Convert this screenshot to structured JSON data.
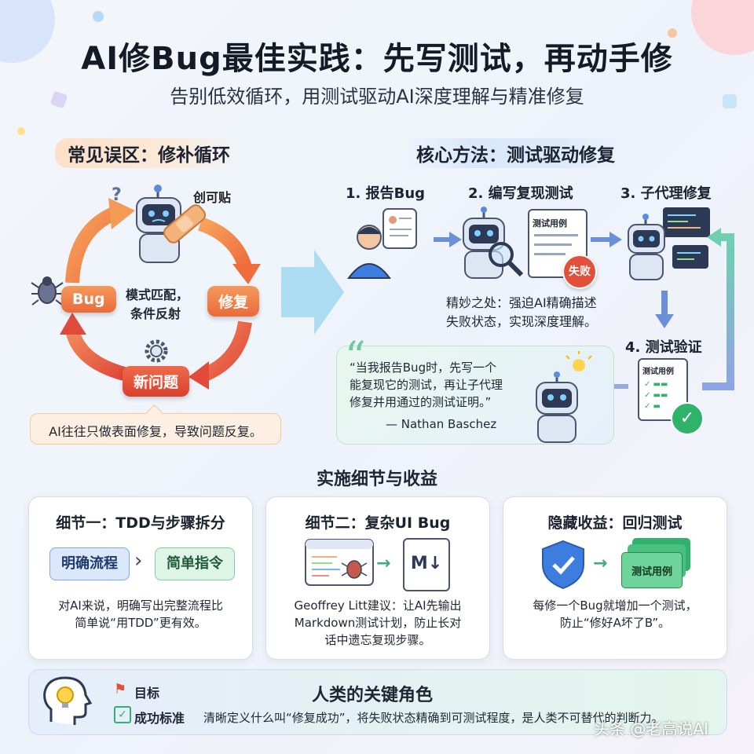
{
  "header": {
    "title": "AI修Bug最佳实践：先写测试，再动手修",
    "subtitle": "告别低效循环，用测试驱动AI深度理解与精准修复"
  },
  "left": {
    "heading": "常见误区：修补循环",
    "bandaid_label": "创可贴",
    "node_bug": "Bug",
    "node_fix": "修复",
    "node_new": "新问题",
    "center_text_1": "模式匹配，",
    "center_text_2": "条件反射",
    "note": "AI往往只做表面修复，导致问题反复。"
  },
  "right": {
    "heading": "核心方法：测试驱动修复",
    "step1": "1. 报告Bug",
    "step2": "2. 编写复现测试",
    "step3": "3. 子代理修复",
    "step4": "4. 测试验证",
    "doc_label": "测试用例",
    "fail_badge": "失败",
    "insight_1": "精妙之处：强迫AI精确描述",
    "insight_2": "失败状态，实现深度理解。",
    "quote_1": "“当我报告Bug时，先写一个",
    "quote_2": "能复现它的测试，再让子代理",
    "quote_3": "修复并用通过的测试证明。”",
    "quote_author": "— Nathan Baschez"
  },
  "details": {
    "heading": "实施细节与收益",
    "cards": [
      {
        "title": "细节一：TDD与步骤拆分",
        "chip_a": "明确流程",
        "chip_b": "简单指令",
        "text_1": "对AI来说，明确写出完整流程比",
        "text_2": "简单说“用TDD”更有效。"
      },
      {
        "title": "细节二：复杂UI Bug",
        "md_label": "M↓",
        "text_1": "Geoffrey Litt建议：让AI先输出",
        "text_2": "Markdown测试计划，防止长对",
        "text_3": "话中遗忘复现步骤。"
      },
      {
        "title": "隐藏收益：回归测试",
        "stack_label": "测试用例",
        "text_1": "每修一个Bug就增加一个测试，",
        "text_2": "防止“修好A坏了B”。"
      }
    ]
  },
  "footer": {
    "heading": "人类的关键角色",
    "goal_label": "目标",
    "success_label": "成功标准",
    "text": "清晰定义什么叫“修复成功”，将失败状态精确到可测试程度，是人类不可替代的判断力。",
    "watermark": "头条 @老高说AI"
  },
  "colors": {
    "orange": "#f07a3a",
    "red": "#e2503c",
    "green": "#2fb36b",
    "blue": "#3e7de0",
    "teal": "#3fb8a4"
  }
}
